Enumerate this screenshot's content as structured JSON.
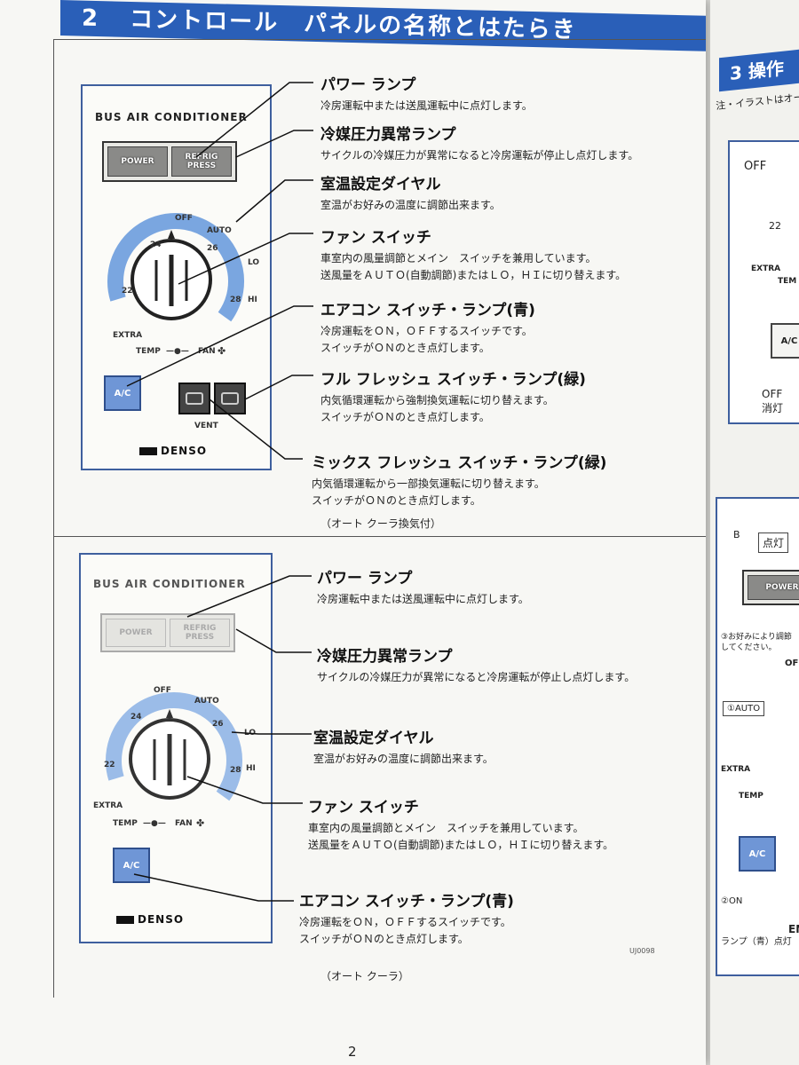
{
  "header": {
    "number": "2",
    "title": "コントロール　パネルの名称とはたらき"
  },
  "panel1": {
    "title": "BUS AIR CONDITIONER",
    "lamps": [
      "POWER",
      "REFRIG PRESS"
    ],
    "dial": {
      "off": "OFF",
      "auto": "AUTO",
      "lo": "LO",
      "hi": "HI",
      "t22": "22",
      "t24": "24",
      "t26": "26",
      "t28": "28",
      "extra": "EXTRA",
      "temp": "TEMP",
      "fan": "FAN"
    },
    "ac": "A/C",
    "vent": "VENT",
    "brand": "DENSO",
    "caption": "（オート クーラ換気付）",
    "labels": [
      {
        "title": "パワー ランプ",
        "desc": [
          "冷房運転中または送風運転中に点灯します。"
        ]
      },
      {
        "title": "冷媒圧力異常ランプ",
        "desc": [
          "サイクルの冷媒圧力が異常になると冷房運転が停止し点灯します。"
        ]
      },
      {
        "title": "室温設定ダイヤル",
        "desc": [
          "室温がお好みの温度に調節出来ます。"
        ]
      },
      {
        "title": "ファン スイッチ",
        "desc": [
          "車室内の風量調節とメイン　スイッチを兼用しています。",
          "送風量をＡＵＴＯ(自動調節)またはＬＯ，ＨＩに切り替えます。"
        ]
      },
      {
        "title": "エアコン スイッチ・ランプ(青)",
        "desc": [
          "冷房運転をＯＮ，ＯＦＦするスイッチです。",
          "スイッチがＯＮのとき点灯します。"
        ]
      },
      {
        "title": "フル フレッシュ スイッチ・ランプ(緑)",
        "desc": [
          "内気循環運転から強制換気運転に切り替えます。",
          "スイッチがＯＮのとき点灯します。"
        ]
      },
      {
        "title": "ミックス フレッシュ スイッチ・ランプ(緑)",
        "desc": [
          "内気循環運転から一部換気運転に切り替えます。",
          "スイッチがＯＮのとき点灯します。"
        ]
      }
    ]
  },
  "panel2": {
    "title": "BUS AIR CONDITIONER",
    "lamps": [
      "POWER",
      "REFRIG PRESS"
    ],
    "dial": {
      "off": "OFF",
      "auto": "AUTO",
      "lo": "LO",
      "hi": "HI",
      "t22": "22",
      "t24": "24",
      "t26": "26",
      "t28": "28",
      "extra": "EXTRA",
      "temp": "TEMP",
      "fan": "FAN"
    },
    "ac": "A/C",
    "brand": "DENSO",
    "caption": "（オート クーラ）",
    "code": "UJ0098",
    "labels": [
      {
        "title": "パワー ランプ",
        "desc": [
          "冷房運転中または送風運転中に点灯します。"
        ]
      },
      {
        "title": "冷媒圧力異常ランプ",
        "desc": [
          "サイクルの冷媒圧力が異常になると冷房運転が停止し点灯します。"
        ]
      },
      {
        "title": "室温設定ダイヤル",
        "desc": [
          "室温がお好みの温度に調節出来ます。"
        ]
      },
      {
        "title": "ファン スイッチ",
        "desc": [
          "車室内の風量調節とメイン　スイッチを兼用しています。",
          "送風量をＡＵＴＯ(自動調節)またはＬＯ，ＨＩに切り替えます。"
        ]
      },
      {
        "title": "エアコン スイッチ・ランプ(青)",
        "desc": [
          "冷房運転をＯＮ，ＯＦＦするスイッチです。",
          "スイッチがＯＮのとき点灯します。"
        ]
      }
    ]
  },
  "page_number": "2",
  "right_page": {
    "header": "3 操作",
    "note": "注・イラストはオー",
    "off": "OFF",
    "t22": "22",
    "extra": "EXTRA",
    "temp": "TEM",
    "ac": "A/C",
    "off_unlit": "OFF\n消灯",
    "b": "B",
    "lit": "点灯",
    "power": "POWER",
    "adjust": "③お好みにより調節してください。",
    "off2": "OFF",
    "auto_step": "①AUTO",
    "extra2": "EXTRA",
    "temp2": "TEMP",
    "ac2": "A/C",
    "on_step": "②ON",
    "lamp_lit": "ランプ（青）点灯",
    "brand": "ENS"
  }
}
